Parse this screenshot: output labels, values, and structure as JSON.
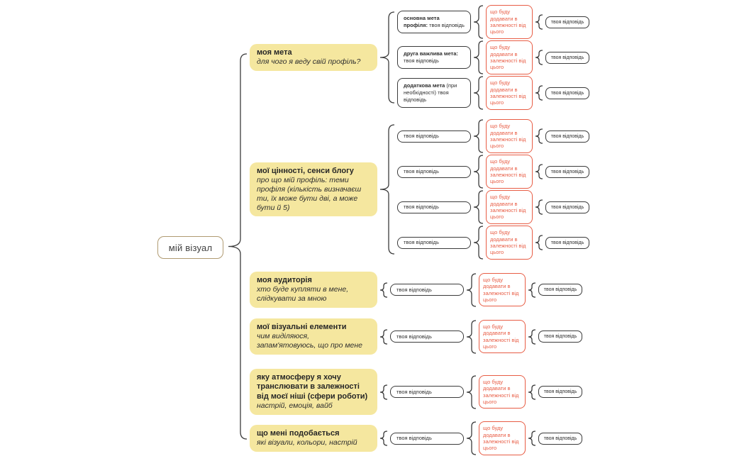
{
  "root": {
    "label": "мій візуал"
  },
  "shared": {
    "addition_label": "що буду додавати в залежності від цього",
    "answer_label": "твоя відповідь"
  },
  "colors": {
    "branch_fill": "#f5e79f",
    "addition_accent": "#e85d45",
    "node_stroke": "#3b3b3b",
    "root_stroke": "#b09b72"
  },
  "branches": [
    {
      "title": "моя мета",
      "subtitle": "для чого я веду свій профіль?",
      "children": [
        {
          "lead": "основна мета профіля:",
          "text": "твоя відповідь"
        },
        {
          "lead": "друга важлива мета:",
          "text": "твоя відповідь"
        },
        {
          "lead": "додаткова мета",
          "text": "(при необхідності) твоя відповідь"
        }
      ]
    },
    {
      "title": "мої цінності, сенси блогу",
      "subtitle": "про що мій профіль: теми профіля (кількість визначаєш ти, їх може бути дві, а може бути й 5)",
      "children": [
        {
          "lead": "",
          "text": "твоя відповідь"
        },
        {
          "lead": "",
          "text": "твоя відповідь"
        },
        {
          "lead": "",
          "text": "твоя відповідь"
        },
        {
          "lead": "",
          "text": "твоя відповідь"
        }
      ]
    },
    {
      "title": "моя аудиторія",
      "subtitle": "хто буде купляти в мене, слідкувати за мною",
      "children": [
        {
          "lead": "",
          "text": "твоя відповідь"
        }
      ]
    },
    {
      "title": "мої візуальні елементи",
      "subtitle": "чим виділяюся, запам'ятовуюсь, що про мене",
      "children": [
        {
          "lead": "",
          "text": "твоя відповідь"
        }
      ]
    },
    {
      "title": "яку атмосферу я хочу транслювати в залежності від моєї ніші (сфери роботи)",
      "subtitle": "настрій, емоція, вайб",
      "children": [
        {
          "lead": "",
          "text": "твоя відповідь"
        }
      ]
    },
    {
      "title": "що мені подобається",
      "subtitle": "які візуали, кольори, настрій",
      "children": [
        {
          "lead": "",
          "text": "твоя відповідь"
        }
      ]
    }
  ]
}
